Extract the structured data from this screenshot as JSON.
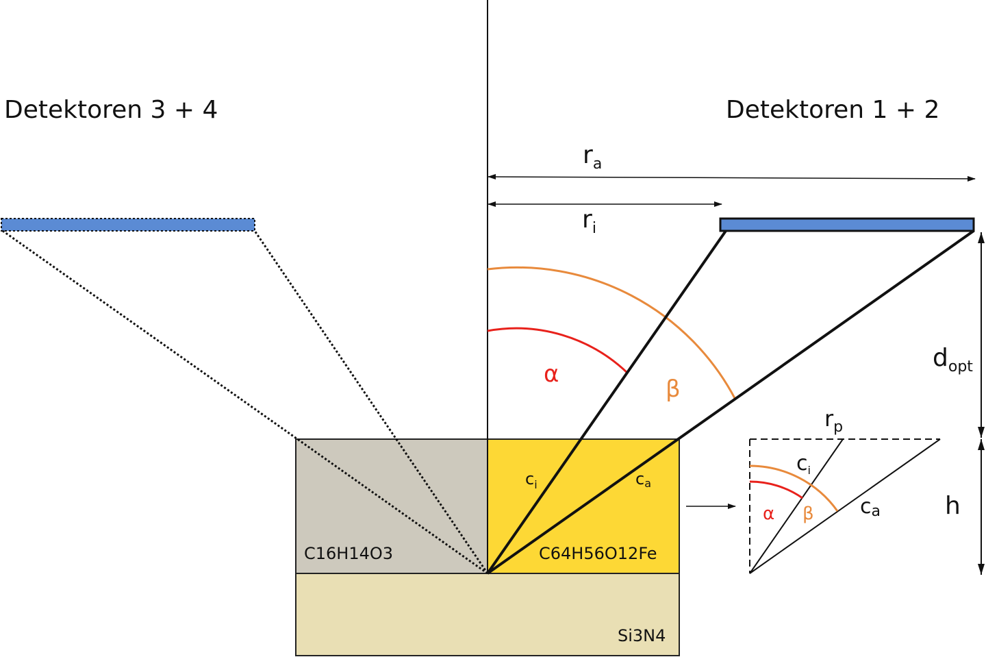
{
  "headings": {
    "left": "Detektoren 3 + 4",
    "right": "Detektoren 1 + 2"
  },
  "radii": {
    "outer": {
      "main": "r",
      "sub": "a"
    },
    "inner": {
      "main": "r",
      "sub": "i"
    }
  },
  "distances": {
    "optical": {
      "main": "d",
      "sub": "opt"
    },
    "height": "h"
  },
  "angles": {
    "alpha": "α",
    "beta": "β"
  },
  "paths": {
    "inner": {
      "main": "c",
      "sub": "i"
    },
    "outer": {
      "main": "c",
      "sub": "a"
    }
  },
  "materials": {
    "left": "C16H14O3",
    "right": "C64H56O12Fe",
    "substrate": "Si3N4"
  },
  "inset": {
    "rp": {
      "main": "r",
      "sub": "p"
    },
    "ci": {
      "main": "c",
      "sub": "i"
    },
    "ca": {
      "main": "c",
      "sub": "a"
    },
    "alpha": "α",
    "beta": "β"
  },
  "colors": {
    "detector_fill": "#5b8bd4",
    "alpha": "#e8211b",
    "beta": "#e88a3c",
    "left_layer": "#cdc9bd",
    "right_layer": "#fdd835",
    "substrate": "#e9dfb4"
  }
}
